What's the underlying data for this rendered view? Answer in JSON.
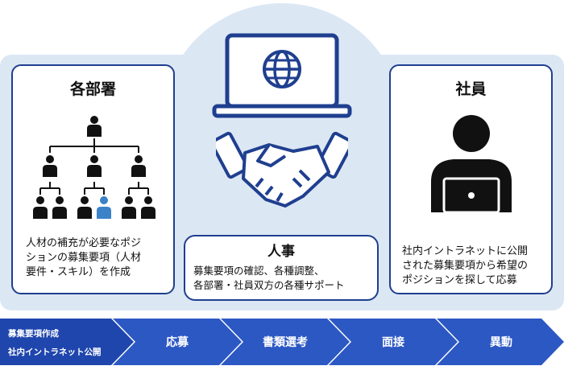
{
  "depts": {
    "title": "各部署",
    "text_lines": [
      "人材の補充が必要なポジ",
      "ションの募集要項（人材",
      "要件・スキル）を作成"
    ]
  },
  "hr": {
    "title": "人事",
    "text_lines": [
      "募集要項の確認、各種調整、",
      "各部署・社員双方の各種サポート"
    ]
  },
  "employee": {
    "title": "社員",
    "text_lines": [
      "社内イントラネットに公開",
      "された募集要項から希望の",
      "ポジションを探して応募"
    ]
  },
  "flow": {
    "first_lines": [
      "募集要項作成",
      "社内イントラネット公開"
    ],
    "steps": [
      "応募",
      "書類選考",
      "面接",
      "異動"
    ]
  },
  "colors": {
    "navy": "#1f3f8f",
    "band": "#dce7f4",
    "chevron_dark": "#1f46ad",
    "chevron_mid": "#2c58c4",
    "accent_person": "#3b82c8"
  },
  "icons": [
    "org-chart-icon",
    "laptop-globe-icon",
    "handshake-icon",
    "person-laptop-icon"
  ]
}
